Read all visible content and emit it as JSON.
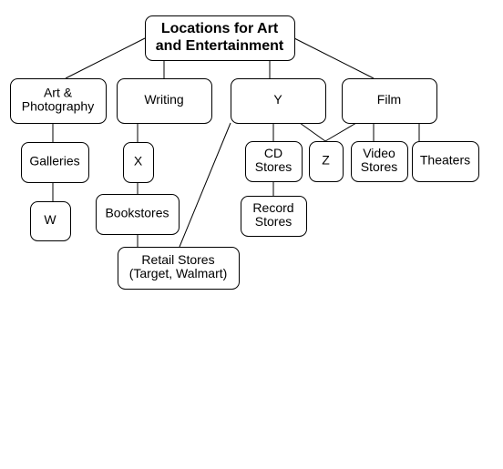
{
  "diagram": {
    "type": "concept-map",
    "nodes": {
      "root": {
        "lines": [
          "Locations for Art",
          "and Entertainment"
        ]
      },
      "art": {
        "lines": [
          "Art &",
          "Photography"
        ]
      },
      "writing": {
        "lines": [
          "Writing"
        ]
      },
      "y": {
        "lines": [
          "Y"
        ]
      },
      "film": {
        "lines": [
          "Film"
        ]
      },
      "galleries": {
        "lines": [
          "Galleries"
        ]
      },
      "w": {
        "lines": [
          "W"
        ]
      },
      "x": {
        "lines": [
          "X"
        ]
      },
      "bookstores": {
        "lines": [
          "Bookstores"
        ]
      },
      "retail": {
        "lines": [
          "Retail Stores",
          "(Target, Walmart)"
        ]
      },
      "cd": {
        "lines": [
          "CD",
          "Stores"
        ]
      },
      "record": {
        "lines": [
          "Record",
          "Stores"
        ]
      },
      "z": {
        "lines": [
          "Z"
        ]
      },
      "video": {
        "lines": [
          "Video",
          "Stores"
        ]
      },
      "theaters": {
        "lines": [
          "Theaters"
        ]
      }
    },
    "edges": [
      [
        "root",
        "art"
      ],
      [
        "root",
        "writing"
      ],
      [
        "root",
        "y"
      ],
      [
        "root",
        "film"
      ],
      [
        "art",
        "galleries"
      ],
      [
        "galleries",
        "w"
      ],
      [
        "writing",
        "x"
      ],
      [
        "x",
        "bookstores"
      ],
      [
        "bookstores",
        "retail"
      ],
      [
        "y",
        "retail"
      ],
      [
        "y",
        "cd"
      ],
      [
        "cd",
        "record"
      ],
      [
        "y",
        "z"
      ],
      [
        "film",
        "z"
      ],
      [
        "film",
        "video"
      ],
      [
        "film",
        "theaters"
      ]
    ]
  }
}
